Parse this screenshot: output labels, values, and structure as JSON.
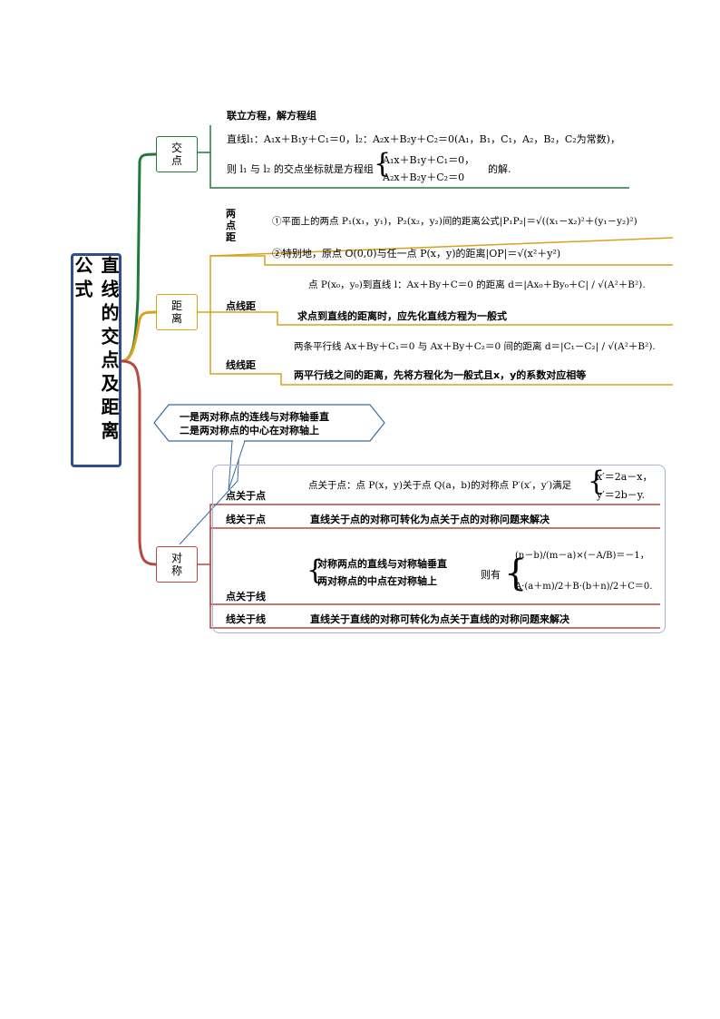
{
  "root": {
    "title": "直线的交点及距离公式"
  },
  "colors": {
    "root_border": "#2f4d8f",
    "green": "#1e7a3c",
    "yellow": "#d9a21b",
    "red": "#b8473d"
  },
  "intersection": {
    "label": "交点",
    "heading": "联立方程，解方程组",
    "line1": "直线l₁：A₁x＋B₁y＋C₁＝0，l₂：A₂x＋B₂y＋C₂＝0(A₁，B₁，C₁，A₂，B₂，C₂为常数)，",
    "line2_prefix": "则 l₁ 与 l₂ 的交点坐标就是方程组",
    "system_a": "A₁x＋B₁y＋C₁＝0，",
    "system_b": "A₂x＋B₂y＋C₂＝0",
    "line2_suffix": "的解."
  },
  "distance": {
    "label": "距离",
    "two_points": {
      "label": "两点距",
      "formula1": "①平面上的两点 P₁(x₁，y₁)，P₂(x₂，y₂)间的距离公式|P₁P₂|＝√((x₁－x₂)²＋(y₁－y₂)²)",
      "formula2": "②特别地，原点 O(0,0)与任一点 P(x，y)的距离|OP|＝√(x²＋y²)"
    },
    "point_line": {
      "label": "点线距",
      "formula": "点 P(x₀，y₀)到直线 l：Ax＋By＋C＝0 的距离 d＝|Ax₀＋By₀＋C| / √(A²＋B²).",
      "note": "求点到直线的距离时，应先化直线方程为一般式"
    },
    "line_line": {
      "label": "线线距",
      "formula": "两条平行线 Ax＋By＋C₁＝0 与 Ax＋By＋C₂＝0 间的距离 d＝|C₁－C₂| / √(A²＋B²).",
      "note": "两平行线之间的距离，先将方程化为一般式且x，y的系数对应相等"
    }
  },
  "symmetry": {
    "label": "对称",
    "callout_line1": "一是两对称点的连线与对称轴垂直",
    "callout_line2": "二是两对称点的中心在对称轴上",
    "point_point": {
      "label": "点关于点",
      "text": "点关于点：点 P(x，y)关于点 Q(a，b)的对称点 P′(x′，y′)满足",
      "eq1": "x′＝2a－x，",
      "eq2": "y′＝2b－y."
    },
    "line_point": {
      "label": "线关于点",
      "text": "直线关于点的对称可转化为点关于点的对称问题来解决"
    },
    "point_line": {
      "label": "点关于线",
      "cond1": "对称两点的直线与对称轴垂直",
      "cond2": "两对称点的中点在对称轴上",
      "then": "则有",
      "eq1": "(n－b)/(m－a)×(－A/B)＝－1，",
      "eq2": "A·(a＋m)/2＋B·(b＋n)/2＋C＝0."
    },
    "line_line": {
      "label": "线关于线",
      "text": "直线关于直线的对称可转化为点关于直线的对称问题来解决"
    }
  }
}
